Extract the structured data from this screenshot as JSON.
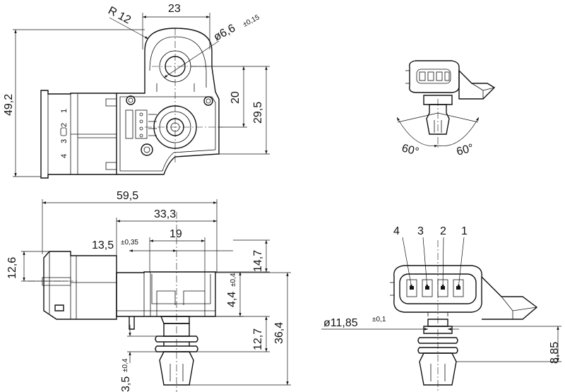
{
  "top_view": {
    "dim_width": "23",
    "dim_radius": "R 12",
    "dim_hole_main": "ø6,6",
    "dim_hole_tol": "±0,15",
    "dim_height_overall": "49,2",
    "dim_hole_to_center": "20",
    "dim_hole_to_bottom": "29,5",
    "pin_labels": [
      "4",
      "3",
      "2",
      "1"
    ]
  },
  "angle_view": {
    "angle_left": "60°",
    "angle_right": "60°"
  },
  "side_view": {
    "dim_overall_length": "59,5",
    "dim_flange_length": "33,3",
    "dim_inner_length": "19",
    "dim_offset": "13,5",
    "dim_offset_tol": "±0,35",
    "dim_connector_height": "12,6",
    "dim_flange_height": "14,7",
    "dim_seal_height": "4,4",
    "dim_seal_tol": "±0,4",
    "dim_stub_length": "12,7",
    "dim_total_height": "36,4",
    "dim_tip_length": "3,5",
    "dim_tip_tol": "±0,4"
  },
  "front_view": {
    "pin_numbers": [
      "4",
      "3",
      "2",
      "1"
    ],
    "dim_diameter": "ø11,85",
    "dim_diameter_tol": "±0,1",
    "dim_stub_height": "8,85"
  }
}
